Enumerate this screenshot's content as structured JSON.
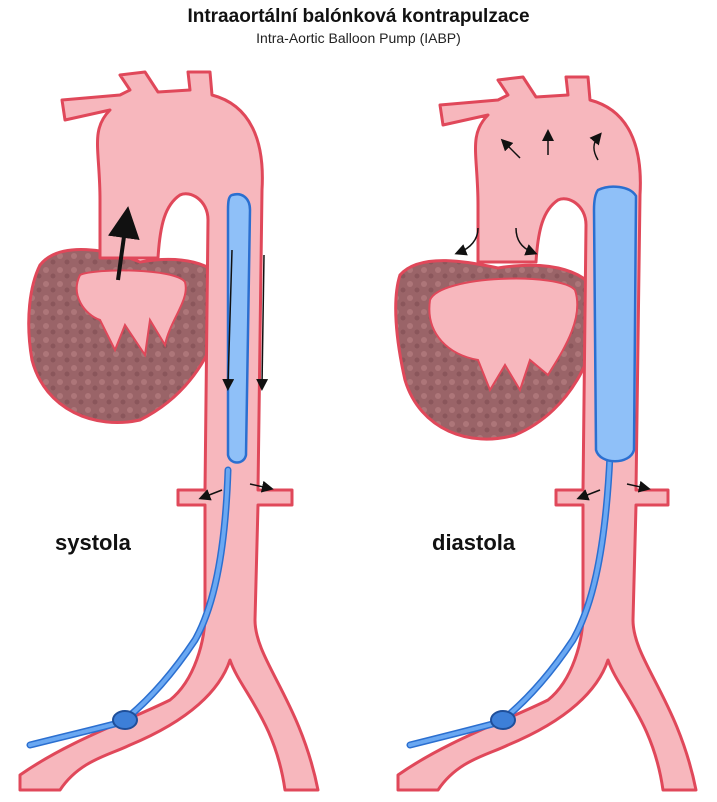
{
  "header": {
    "title": "Intraaortální balónková kontrapulzace",
    "subtitle": "Intra-Aortic Balloon Pump (IABP)"
  },
  "panels": [
    {
      "label": "systola",
      "balloon_state": "deflated"
    },
    {
      "label": "diastola",
      "balloon_state": "inflated"
    }
  ],
  "colors": {
    "vessel_fill": "#f7b7bd",
    "vessel_stroke": "#e0485a",
    "myocardium": "#9a6468",
    "catheter": "#6aa8f2",
    "catheter_stroke": "#2b6fd0",
    "arrows": "#111111"
  }
}
